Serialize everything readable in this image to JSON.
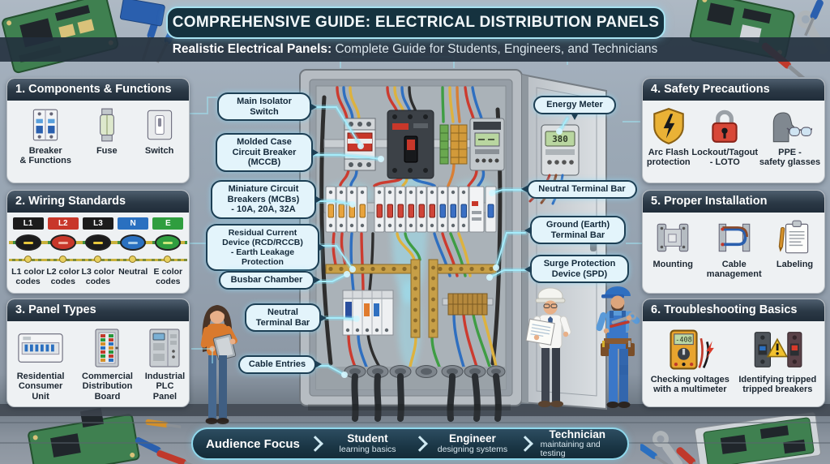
{
  "header": {
    "title": "COMPREHENSIVE GUIDE: ELECTRICAL DISTRIBUTION PANELS",
    "subtitle_lead": "Realistic Electrical Panels:",
    "subtitle_rest": " Complete Guide for Students, Engineers, and Technicians"
  },
  "sections": [
    {
      "title": "1. Components & Functions",
      "items": [
        {
          "label": "Breaker\n& Functions",
          "icon": "circuit-breaker-icon"
        },
        {
          "label": "Fuse",
          "icon": "fuse-icon"
        },
        {
          "label": "Switch",
          "icon": "switch-icon"
        }
      ]
    },
    {
      "title": "2. Wiring Standards",
      "phases": [
        {
          "code": "L1",
          "color": "#1c1c1c",
          "label": "L1 color\ncodes"
        },
        {
          "code": "L2",
          "color": "#c8372a",
          "label": "L2 color\ncodes"
        },
        {
          "code": "L3",
          "color": "#1c1c1c",
          "label": "L3 color\ncodes"
        },
        {
          "code": "N",
          "color": "#2a70c0",
          "label": "Neutral"
        },
        {
          "code": "E",
          "color": "#2f9e3f",
          "label": "E color\ncodes"
        }
      ]
    },
    {
      "title": "3. Panel Types",
      "items": [
        {
          "label": "Residential\nConsumer Unit",
          "icon": "residential-consumer-unit-icon"
        },
        {
          "label": "Commercial\nDistribution Board",
          "icon": "commercial-distribution-board-icon"
        },
        {
          "label": "Industrial\nPLC Panel",
          "icon": "industrial-plc-panel-icon"
        }
      ]
    },
    {
      "title": "4. Safety Precautions",
      "items": [
        {
          "label": "Arc Flash\nprotection",
          "icon": "arc-flash-shield-icon"
        },
        {
          "label": "Lockout/Tagout\n- LOTO",
          "icon": "padlock-icon"
        },
        {
          "label": "PPE -\nsafety glasses",
          "icon": "ppe-gloves-glasses-icon"
        }
      ]
    },
    {
      "title": "5. Proper Installation",
      "items": [
        {
          "label": "Mounting",
          "icon": "mounting-bracket-icon"
        },
        {
          "label": "Cable\nmanagement",
          "icon": "cable-management-icon"
        },
        {
          "label": "Labeling",
          "icon": "clipboard-pen-icon"
        }
      ]
    },
    {
      "title": "6. Troubleshooting Basics",
      "items": [
        {
          "label": "Checking voltages\nwith a multimeter",
          "icon": "multimeter-icon"
        },
        {
          "label": "Identifying tripped\ntripped breakers",
          "icon": "tripped-breaker-icon"
        }
      ]
    }
  ],
  "callouts_left": [
    "Main Isolator\nSwitch",
    "Molded Case\nCircuit Breaker\n(MCCB)",
    "Miniature Circuit\nBreakers (MCBs)\n- 10A, 20A, 32A",
    "Residual Current\nDevice (RCD/RCCB)\n- Earth Leakage Protection",
    "Busbar Chamber",
    "Neutral\nTerminal Bar",
    "Cable Entries"
  ],
  "callouts_right": [
    "Energy Meter",
    "Neutral Terminal Bar",
    "Ground (Earth)\nTerminal Bar",
    "Surge Protection\nDevice (SPD)"
  ],
  "readings": {
    "energy_meter": "380",
    "multimeter": "-408"
  },
  "audience": {
    "title": "Audience Focus",
    "stages": [
      {
        "name": "Student",
        "desc": "learning basics"
      },
      {
        "name": "Engineer",
        "desc": "designing systems"
      },
      {
        "name": "Technician",
        "desc": "maintaining and testing"
      }
    ]
  },
  "colors": {
    "accent_cyan": "#8fe0f2",
    "header_navy": "#15323f",
    "callout_bg": "#e3f4fb",
    "card_header_dark": "#2b3946",
    "arc_flash_yellow": "#eab236",
    "loto_red": "#d84838",
    "phase_l1": "#1c1c1c",
    "phase_l2": "#c8372a",
    "phase_l3": "#1c1c1c",
    "neutral_blue": "#2a70c0",
    "earth_green": "#2f9e3f"
  }
}
